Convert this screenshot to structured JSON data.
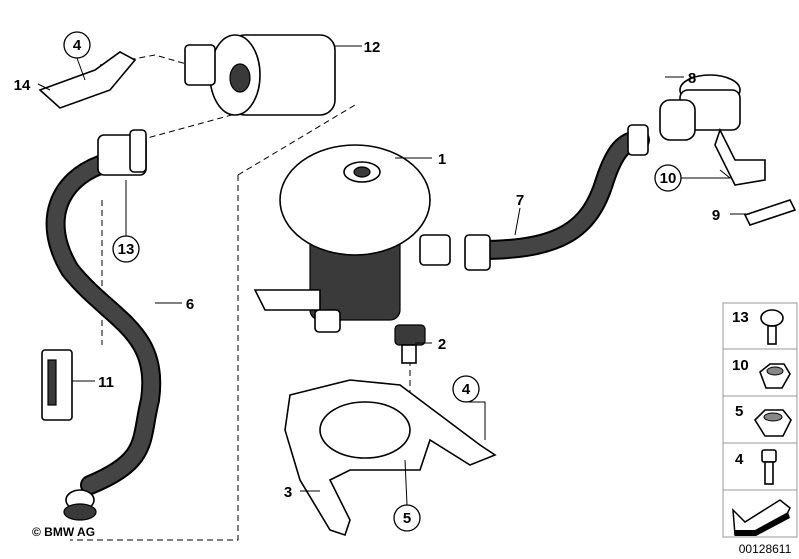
{
  "diagram": {
    "callouts": {
      "c1": "1",
      "c2": "2",
      "c3": "3",
      "c4a": "4",
      "c4b": "4",
      "c5": "5",
      "c6": "6",
      "c7": "7",
      "c8": "8",
      "c9": "9",
      "c10": "10",
      "c11": "11",
      "c12": "12",
      "c13": "13",
      "c14": "14"
    },
    "hardware_legend": [
      {
        "number": "13",
        "icon": "screw-icon"
      },
      {
        "number": "10",
        "icon": "nut-icon"
      },
      {
        "number": "5",
        "icon": "hex-nut-icon"
      },
      {
        "number": "4",
        "icon": "bolt-icon"
      }
    ],
    "copyright": "© BMW AG",
    "diagram_id": "00128611"
  }
}
